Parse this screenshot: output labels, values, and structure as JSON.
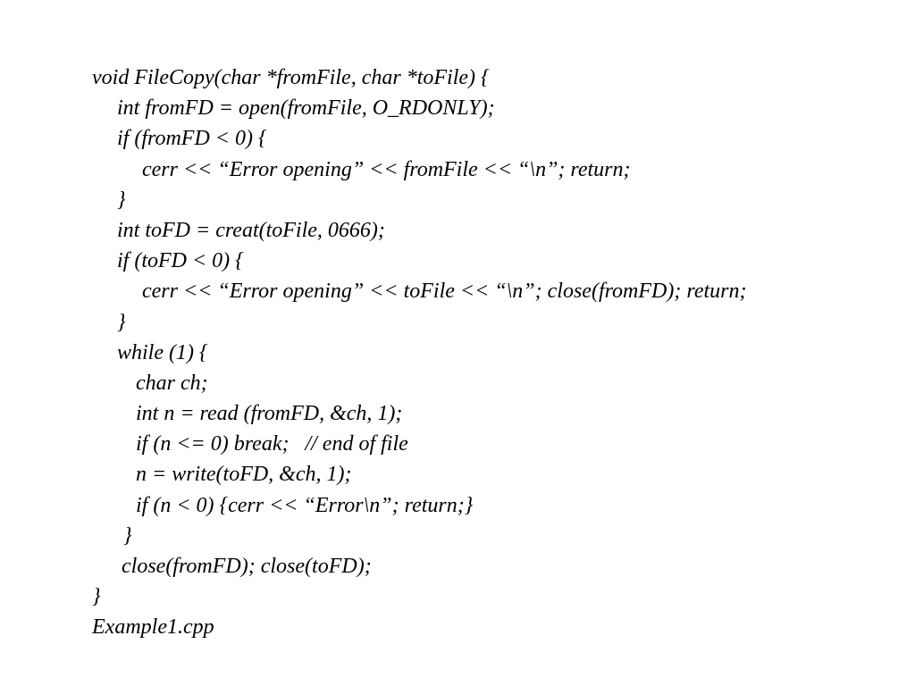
{
  "code": {
    "lines": [
      "void FileCopy(char *fromFile, char *toFile) {",
      "int fromFD = open(fromFile, O_RDONLY);",
      "if (fromFD < 0) {",
      "cerr << “Error opening” << fromFile << “\\n”; return;",
      "}",
      "int toFD = creat(toFile, 0666);",
      "if (toFD < 0) {",
      "cerr << “Error opening” << toFile << “\\n”; close(fromFD); return;",
      "}",
      "while (1) {",
      "char ch;",
      "int n = read (fromFD, &ch, 1);",
      "if (n <= 0) break;   // end of file",
      "n = write(toFD, &ch, 1);",
      "if (n < 0) {cerr << “Error\\n”; return;}",
      "}",
      "close(fromFD); close(toFD);",
      "}"
    ]
  },
  "caption": "Example1.cpp"
}
